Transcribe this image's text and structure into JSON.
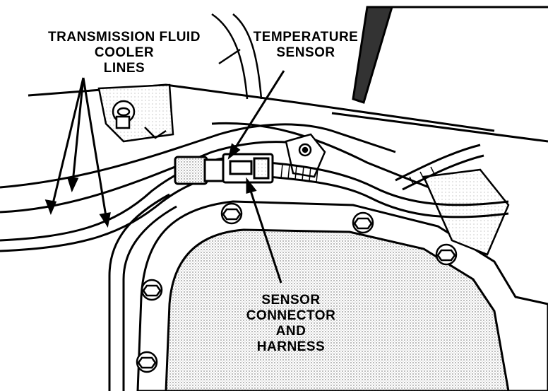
{
  "labels": {
    "cooler_lines": [
      "TRANSMISSION FLUID",
      "COOLER",
      "LINES"
    ],
    "temperature_sensor": [
      "TEMPERATURE",
      "SENSOR"
    ],
    "sensor_connector": [
      "SENSOR",
      "CONNECTOR",
      "AND",
      "HARNESS"
    ]
  },
  "colors": {
    "ink": "#000000",
    "paper": "#ffffff",
    "stipple": "#d8d8d8"
  }
}
